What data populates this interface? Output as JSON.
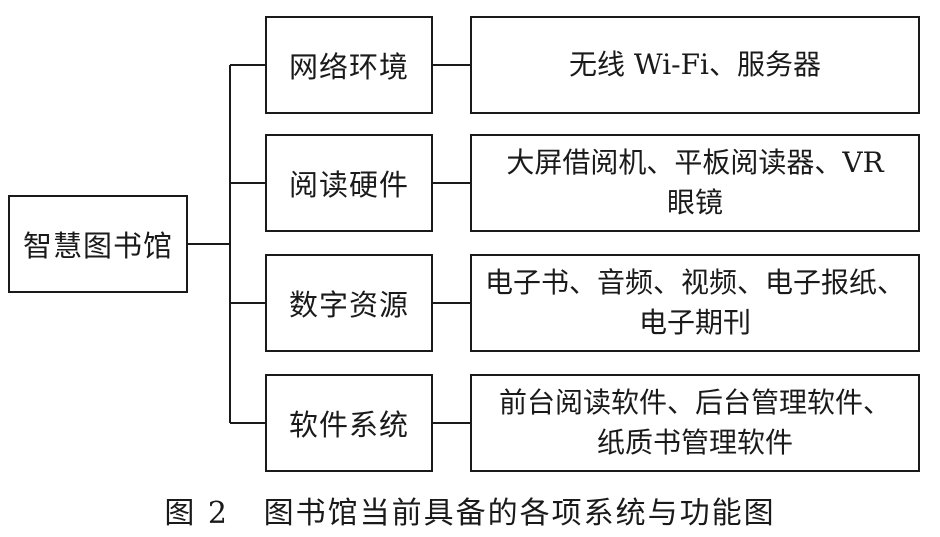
{
  "root": {
    "label": "智慧图书馆"
  },
  "categories": [
    {
      "label": "网络环境",
      "detail_lines": [
        "无线 Wi-Fi、服务器"
      ]
    },
    {
      "label": "阅读硬件",
      "detail_lines": [
        "大屏借阅机、平板阅读器、VR",
        "眼镜"
      ]
    },
    {
      "label": "数字资源",
      "detail_lines": [
        "电子书、音频、视频、电子报纸、",
        "电子期刊"
      ]
    },
    {
      "label": "软件系统",
      "detail_lines": [
        "前台阅读软件、后台管理软件、",
        "纸质书管理软件"
      ]
    }
  ],
  "caption": "图 2   图书馆当前具备的各项系统与功能图",
  "colors": {
    "line": "#1a1a1a",
    "background": "#ffffff"
  }
}
